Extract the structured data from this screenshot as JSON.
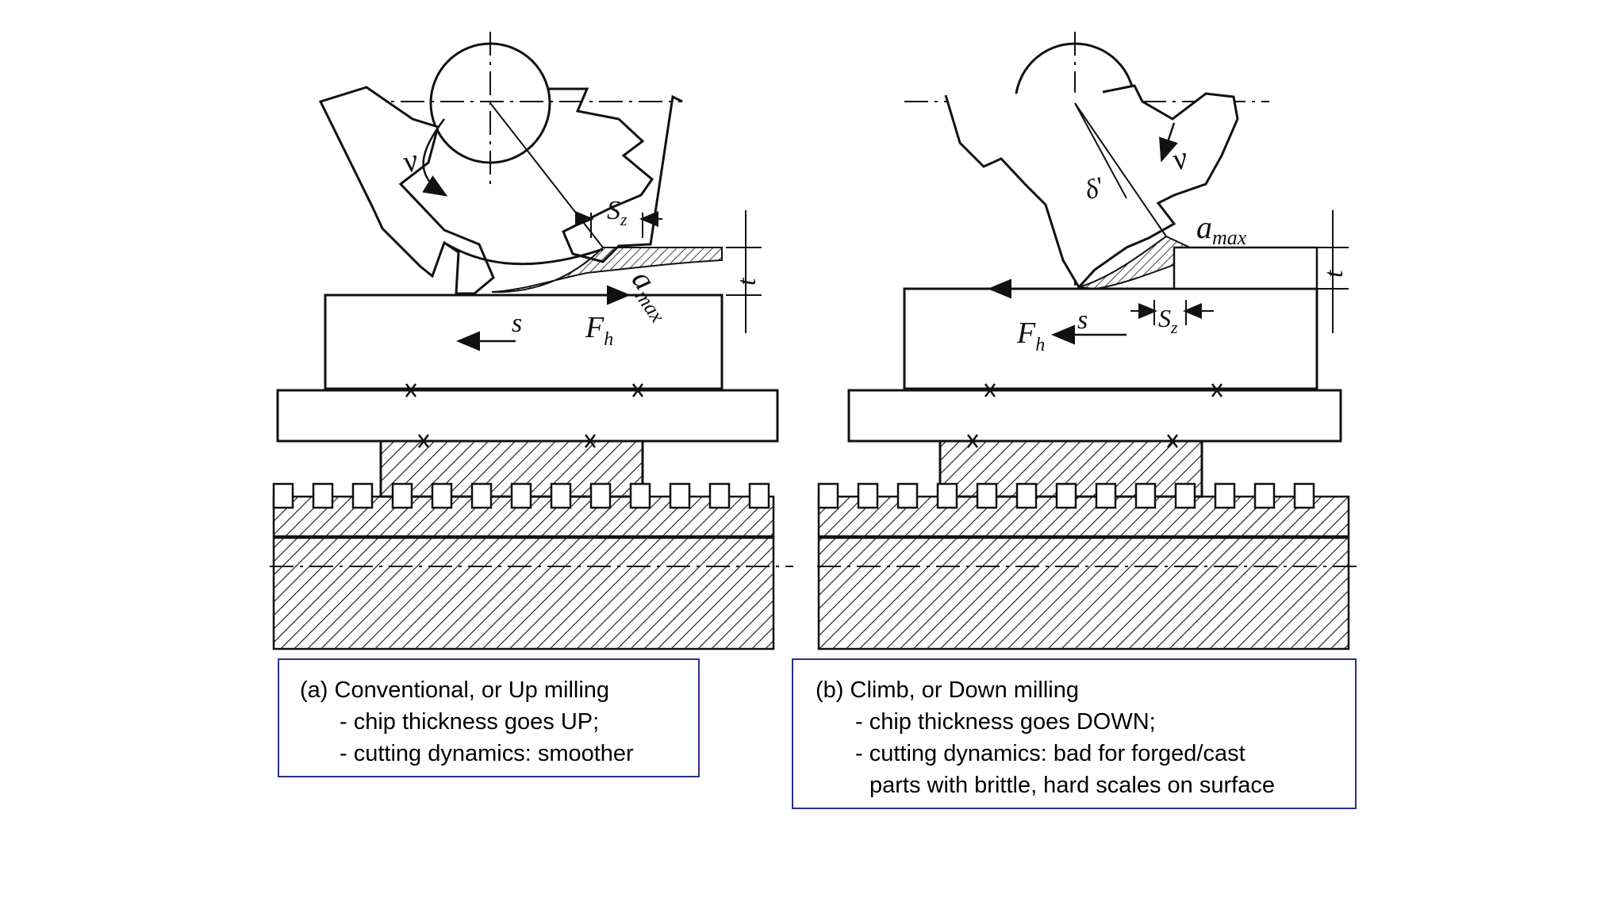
{
  "panel_a": {
    "labels": {
      "v": "v",
      "sz": "S",
      "sz_sub": "z",
      "t": "t",
      "amax": "a",
      "amax_sub": "max",
      "s": "s",
      "fh": "F",
      "fh_sub": "h"
    },
    "caption": {
      "title": "(a) Conventional, or Up milling",
      "line1": "- chip thickness goes UP;",
      "line2": "- cutting dynamics: smoother"
    }
  },
  "panel_b": {
    "labels": {
      "v": "v",
      "delta": "δ'",
      "sz": "S",
      "sz_sub": "z",
      "t": "t",
      "amax": "a",
      "amax_sub": "max",
      "s": "s",
      "fh": "F",
      "fh_sub": "h"
    },
    "caption": {
      "title": "(b) Climb, or Down milling",
      "line1": "- chip thickness goes DOWN;",
      "line2": "- cutting dynamics: bad for forged/cast",
      "line3": "parts with brittle, hard scales on surface"
    }
  },
  "colors": {
    "ink": "#111111",
    "caption_border": "#2b2f8f",
    "background": "#ffffff"
  }
}
